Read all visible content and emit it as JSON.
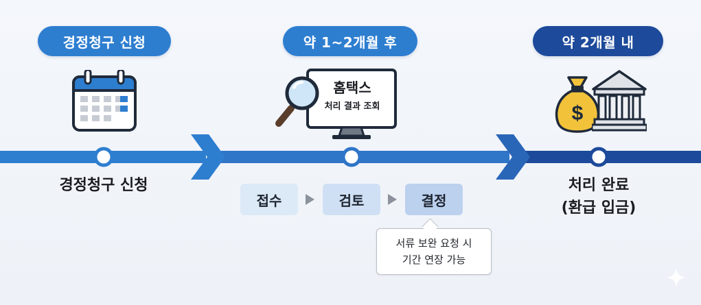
{
  "stages": [
    {
      "badge": "경정청구 신청",
      "label": "경정청구 신청"
    },
    {
      "badge": "약 1~2개월 후",
      "monitor_title": "홈택스",
      "monitor_subtitle": "처리 결과 조회"
    },
    {
      "badge": "약 2개월 내",
      "label_line1": "처리 완료",
      "label_line2": "(환급 입금)"
    }
  ],
  "steps": [
    "접수",
    "검토",
    "결정"
  ],
  "callout": {
    "line1": "서류 보완 요청 시",
    "line2": "기간 연장 가능"
  },
  "colors": {
    "timeline_light": "#2e7ed0",
    "timeline_dark": "#1d4a9a",
    "badge_light": "#2e7ed0",
    "badge_dark": "#1d4a9a",
    "money_bag": "#f2c23a"
  },
  "icons": [
    "calendar-icon",
    "magnifier-icon",
    "monitor-icon",
    "money-bag-icon",
    "bank-icon"
  ]
}
